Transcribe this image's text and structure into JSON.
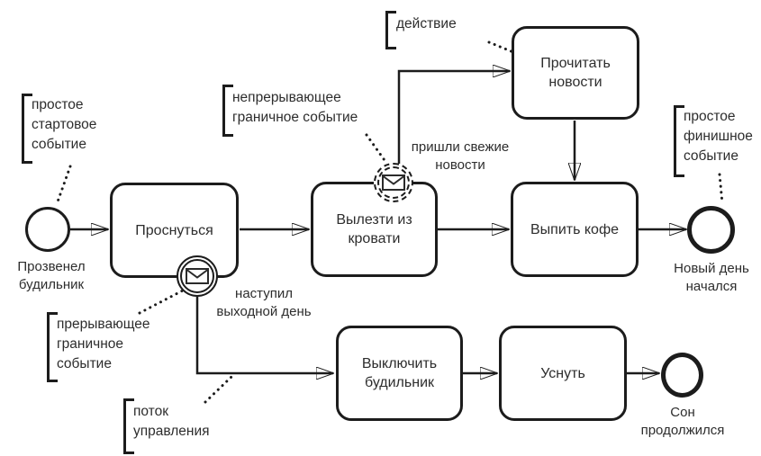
{
  "tasks": {
    "wake_up": {
      "label": "Проснуться"
    },
    "get_out_of_bed": {
      "label": "Вылезти из кровати"
    },
    "drink_coffee": {
      "label": "Выпить кофе"
    },
    "read_news": {
      "label": "Прочитать новости"
    },
    "turn_off_alarm": {
      "label": "Выключить будильник"
    },
    "fall_asleep": {
      "label": "Уснуть"
    }
  },
  "events": {
    "start": {
      "label": "Прозвенел\nбудильник"
    },
    "end_new_day": {
      "label": "Новый день\nначался"
    },
    "end_sleep": {
      "label": "Сон\nпродолжился"
    },
    "boundary_interrupting": {
      "label": "наступил\nвыходной день"
    },
    "boundary_non_interrupting": {
      "label": "пришли свежие\nновости"
    }
  },
  "annotations": {
    "simple_start": {
      "label": "простое\nстартовое\nсобытие"
    },
    "non_interrupting_boundary": {
      "label": "непрерывающее\nграничное событие"
    },
    "action": {
      "label": "действие"
    },
    "simple_finish": {
      "label": "простое\nфинишное\nсобытие"
    },
    "interrupting_boundary": {
      "label": "прерывающее\nграничное\nсобытие"
    },
    "control_flow": {
      "label": "поток\nуправления"
    }
  },
  "icons": {
    "message": "envelope"
  },
  "colors": {
    "stroke": "#1c1c1c",
    "text": "#2d2d2d",
    "background": "#ffffff"
  }
}
